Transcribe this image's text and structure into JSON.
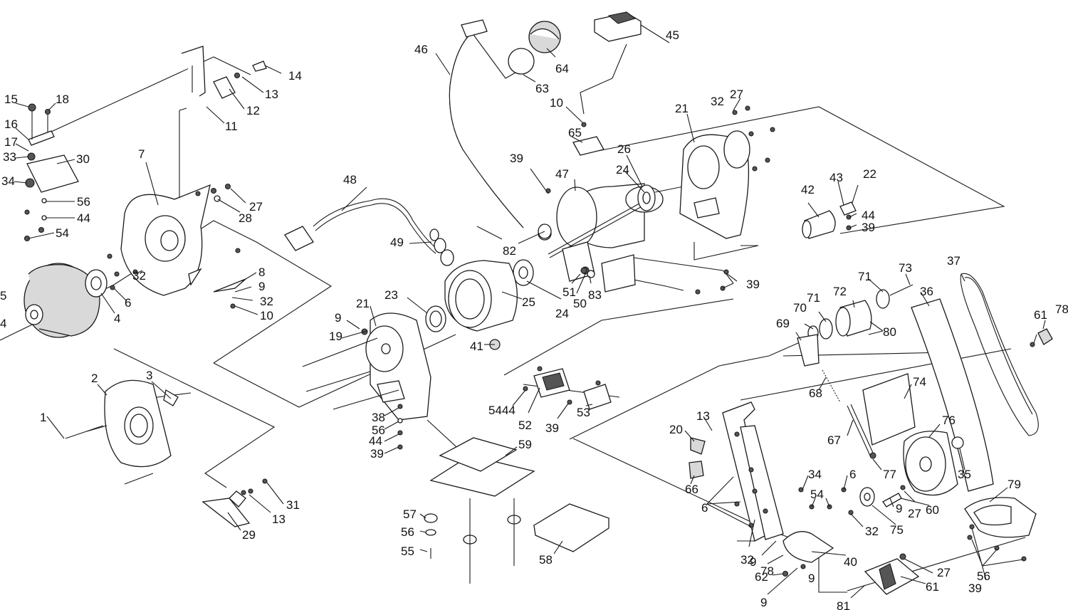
{
  "callouts": [
    {
      "id": "c1",
      "text": "1"
    },
    {
      "id": "c2",
      "text": "2"
    },
    {
      "id": "c3",
      "text": "3"
    },
    {
      "id": "c4a",
      "text": "4"
    },
    {
      "id": "c4b",
      "text": "4"
    },
    {
      "id": "c5",
      "text": "5"
    },
    {
      "id": "c6a",
      "text": "6"
    },
    {
      "id": "c6b",
      "text": "6"
    },
    {
      "id": "c6c",
      "text": "6"
    },
    {
      "id": "c7",
      "text": "7"
    },
    {
      "id": "c8",
      "text": "8"
    },
    {
      "id": "c9a",
      "text": "9"
    },
    {
      "id": "c9b",
      "text": "9"
    },
    {
      "id": "c9c",
      "text": "9"
    },
    {
      "id": "c9d",
      "text": "9"
    },
    {
      "id": "c9e",
      "text": "9"
    },
    {
      "id": "c9f",
      "text": "9"
    },
    {
      "id": "c10a",
      "text": "10"
    },
    {
      "id": "c10b",
      "text": "10"
    },
    {
      "id": "c11",
      "text": "11"
    },
    {
      "id": "c12",
      "text": "12"
    },
    {
      "id": "c13a",
      "text": "13"
    },
    {
      "id": "c13b",
      "text": "13"
    },
    {
      "id": "c13c",
      "text": "13"
    },
    {
      "id": "c14",
      "text": "14"
    },
    {
      "id": "c15",
      "text": "15"
    },
    {
      "id": "c16",
      "text": "16"
    },
    {
      "id": "c17",
      "text": "17"
    },
    {
      "id": "c18",
      "text": "18"
    },
    {
      "id": "c19",
      "text": "19"
    },
    {
      "id": "c20",
      "text": "20"
    },
    {
      "id": "c21a",
      "text": "21"
    },
    {
      "id": "c21b",
      "text": "21"
    },
    {
      "id": "c22",
      "text": "22"
    },
    {
      "id": "c23",
      "text": "23"
    },
    {
      "id": "c24a",
      "text": "24"
    },
    {
      "id": "c24b",
      "text": "24"
    },
    {
      "id": "c25",
      "text": "25"
    },
    {
      "id": "c26",
      "text": "26"
    },
    {
      "id": "c27a",
      "text": "27"
    },
    {
      "id": "c27b",
      "text": "27"
    },
    {
      "id": "c27c",
      "text": "27"
    },
    {
      "id": "c27d",
      "text": "27"
    },
    {
      "id": "c28",
      "text": "28"
    },
    {
      "id": "c29",
      "text": "29"
    },
    {
      "id": "c30",
      "text": "30"
    },
    {
      "id": "c31",
      "text": "31"
    },
    {
      "id": "c32a",
      "text": "32"
    },
    {
      "id": "c32b",
      "text": "32"
    },
    {
      "id": "c32c",
      "text": "32"
    },
    {
      "id": "c32d",
      "text": "32"
    },
    {
      "id": "c32e",
      "text": "32"
    },
    {
      "id": "c33",
      "text": "33"
    },
    {
      "id": "c34a",
      "text": "34"
    },
    {
      "id": "c34b",
      "text": "34"
    },
    {
      "id": "c35",
      "text": "35"
    },
    {
      "id": "c36",
      "text": "36"
    },
    {
      "id": "c37",
      "text": "37"
    },
    {
      "id": "c38",
      "text": "38"
    },
    {
      "id": "c39a",
      "text": "39"
    },
    {
      "id": "c39b",
      "text": "39"
    },
    {
      "id": "c39c",
      "text": "39"
    },
    {
      "id": "c39d",
      "text": "39"
    },
    {
      "id": "c39e",
      "text": "39"
    },
    {
      "id": "c39f",
      "text": "39"
    },
    {
      "id": "c40",
      "text": "40"
    },
    {
      "id": "c41",
      "text": "41"
    },
    {
      "id": "c42",
      "text": "42"
    },
    {
      "id": "c43",
      "text": "43"
    },
    {
      "id": "c44a",
      "text": "44"
    },
    {
      "id": "c44b",
      "text": "44"
    },
    {
      "id": "c44c",
      "text": "44"
    },
    {
      "id": "c44d",
      "text": "44"
    },
    {
      "id": "c45",
      "text": "45"
    },
    {
      "id": "c46",
      "text": "46"
    },
    {
      "id": "c47",
      "text": "47"
    },
    {
      "id": "c48",
      "text": "48"
    },
    {
      "id": "c49",
      "text": "49"
    },
    {
      "id": "c50",
      "text": "50"
    },
    {
      "id": "c51",
      "text": "51"
    },
    {
      "id": "c52",
      "text": "52"
    },
    {
      "id": "c53",
      "text": "53"
    },
    {
      "id": "c54a",
      "text": "54"
    },
    {
      "id": "c54b",
      "text": "54"
    },
    {
      "id": "c54c",
      "text": "54"
    },
    {
      "id": "c55",
      "text": "55"
    },
    {
      "id": "c56a",
      "text": "56"
    },
    {
      "id": "c56b",
      "text": "56"
    },
    {
      "id": "c56c",
      "text": "56"
    },
    {
      "id": "c56d",
      "text": "56"
    },
    {
      "id": "c57",
      "text": "57"
    },
    {
      "id": "c58",
      "text": "58"
    },
    {
      "id": "c59",
      "text": "59"
    },
    {
      "id": "c60",
      "text": "60"
    },
    {
      "id": "c61a",
      "text": "61"
    },
    {
      "id": "c61b",
      "text": "61"
    },
    {
      "id": "c62",
      "text": "62"
    },
    {
      "id": "c63",
      "text": "63"
    },
    {
      "id": "c64",
      "text": "64"
    },
    {
      "id": "c65",
      "text": "65"
    },
    {
      "id": "c66",
      "text": "66"
    },
    {
      "id": "c67",
      "text": "67"
    },
    {
      "id": "c68",
      "text": "68"
    },
    {
      "id": "c69",
      "text": "69"
    },
    {
      "id": "c70",
      "text": "70"
    },
    {
      "id": "c71a",
      "text": "71"
    },
    {
      "id": "c71b",
      "text": "71"
    },
    {
      "id": "c72",
      "text": "72"
    },
    {
      "id": "c73",
      "text": "73"
    },
    {
      "id": "c74",
      "text": "74"
    },
    {
      "id": "c75",
      "text": "75"
    },
    {
      "id": "c76",
      "text": "76"
    },
    {
      "id": "c77",
      "text": "77"
    },
    {
      "id": "c78a",
      "text": "78"
    },
    {
      "id": "c78b",
      "text": "78"
    },
    {
      "id": "c79",
      "text": "79"
    },
    {
      "id": "c80",
      "text": "80"
    },
    {
      "id": "c81",
      "text": "81"
    },
    {
      "id": "c82",
      "text": "82"
    },
    {
      "id": "c83",
      "text": "83"
    }
  ]
}
